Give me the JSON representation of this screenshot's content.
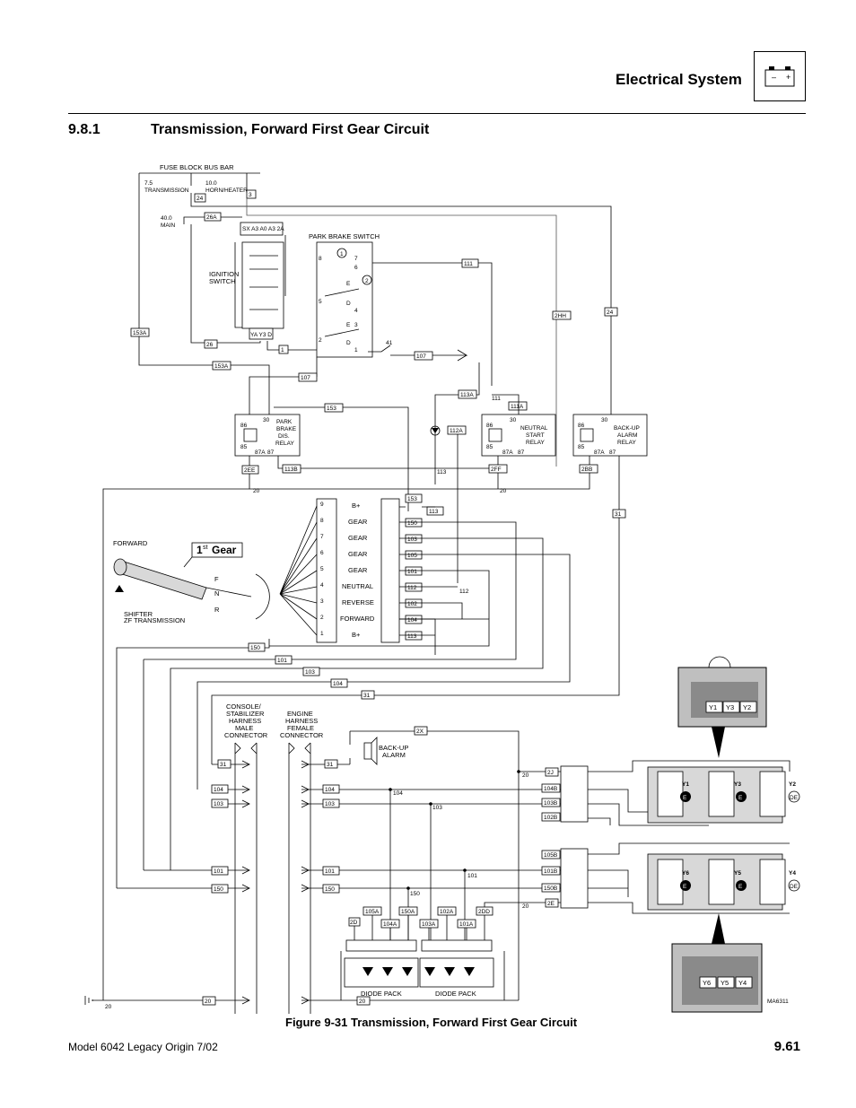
{
  "header": {
    "section_title": "Electrical System",
    "battery_icon": "battery-icon",
    "battery_minus": "–",
    "battery_plus": "+"
  },
  "section": {
    "number": "9.8.1",
    "title": "Transmission, Forward First Gear Circuit"
  },
  "diagram": {
    "fuse_block": "FUSE BLOCK BUS BAR",
    "fuse_75": "7.5",
    "fuse_75_label": "TRANSMISSION",
    "fuse_10": "10.0",
    "fuse_10_label": "HORN/HEATER",
    "fuse_40": "40.0",
    "fuse_40_label": "MAIN",
    "ignition_switch": [
      "IGNITION",
      "SWITCH"
    ],
    "park_brake_switch": "PARK BRAKE SWITCH",
    "park_brake_relay": [
      "PARK",
      "BRAKE",
      "DIS.",
      "RELAY"
    ],
    "neutral_start_relay": [
      "NEUTRAL",
      "START",
      "RELAY"
    ],
    "backup_alarm_relay": [
      "BACK-UP",
      "ALARM",
      "RELAY"
    ],
    "forward": "FORWARD",
    "gear_callout_main": "1",
    "gear_callout_sup": "st",
    "gear_callout_word": "Gear",
    "shifter": [
      "SHIFTER",
      "ZF TRANSMISSION"
    ],
    "shifter_positions": [
      "F",
      "N",
      "R"
    ],
    "shifter_pins": [
      {
        "num": "9",
        "label": "B+",
        "wire": "153"
      },
      {
        "num": "8",
        "label": "GEAR",
        "wire": "150"
      },
      {
        "num": "7",
        "label": "GEAR",
        "wire": "103"
      },
      {
        "num": "6",
        "label": "GEAR",
        "wire": "105"
      },
      {
        "num": "5",
        "label": "GEAR",
        "wire": "101"
      },
      {
        "num": "4",
        "label": "NEUTRAL",
        "wire": "112"
      },
      {
        "num": "3",
        "label": "REVERSE",
        "wire": "102"
      },
      {
        "num": "2",
        "label": "FORWARD",
        "wire": "104"
      },
      {
        "num": "1",
        "label": "B+",
        "wire": "113"
      }
    ],
    "console_conn": [
      "CONSOLE/",
      "STABILIZER",
      "HARNESS",
      "MALE",
      "CONNECTOR"
    ],
    "engine_conn": [
      "ENGINE",
      "HARNESS",
      "FEMALE",
      "CONNECTOR"
    ],
    "backup_alarm": [
      "BACK-UP",
      "ALARM"
    ],
    "diode_pack": "DIODE PACK",
    "ma_code": "MA6311",
    "valves_top": [
      "Y1",
      "Y3",
      "Y2"
    ],
    "valves_bottom": [
      "Y6",
      "Y5",
      "Y4"
    ],
    "valve_tags": [
      "E",
      "E",
      "DE"
    ],
    "wires": {
      "w24": "24",
      "w3": "3",
      "w26A": "26A",
      "w153A": "153A",
      "w26": "26",
      "w1": "1",
      "w111": "111",
      "w2HH": "2HH",
      "w107": "107",
      "w113A": "113A",
      "w111A": "111A",
      "w153": "153",
      "w112A": "112A",
      "w2EE": "2EE",
      "w113B": "113B",
      "w2FF": "2FF",
      "w2BB": "2BB",
      "w31": "31",
      "w150": "150",
      "w101": "101",
      "w103": "103",
      "w104": "104",
      "w2X": "2X",
      "w20": "20",
      "w2J": "2J",
      "w104B": "104B",
      "w103B": "103B",
      "w102B": "102B",
      "w105B": "105B",
      "w101B": "101B",
      "w150B": "150B",
      "w2E": "2E",
      "w105A": "105A",
      "w150A": "150A",
      "w102A": "102A",
      "w2DD": "2DD",
      "w2D": "2D",
      "w104A": "104A",
      "w103A": "103A",
      "w101A": "101A"
    },
    "small_labels": {
      "n30": "30",
      "n86": "86",
      "n85": "85",
      "n87A": "87A",
      "n87": "87",
      "n113": "113",
      "n112": "112",
      "n20": "20",
      "n104": "104",
      "n103": "103",
      "n101": "101",
      "n150": "150",
      "n111": "111",
      "n41": "41"
    },
    "park_sw_marks": {
      "p1": "1",
      "p2": "2",
      "p7": "7",
      "p6": "6",
      "p5": "5",
      "p4": "4",
      "p3": "3",
      "p8": "8",
      "p1b": "1",
      "p2b": "2",
      "E": "E",
      "D": "D"
    },
    "ign_bus": "SX A3 A0 A3 2A",
    "ign_bottom": "YA Y3 D"
  },
  "caption": "Figure 9-31  Transmission, Forward First Gear Circuit",
  "footer": {
    "model": "Model  6042  Legacy    Origin  7/02",
    "page": "9.61"
  }
}
